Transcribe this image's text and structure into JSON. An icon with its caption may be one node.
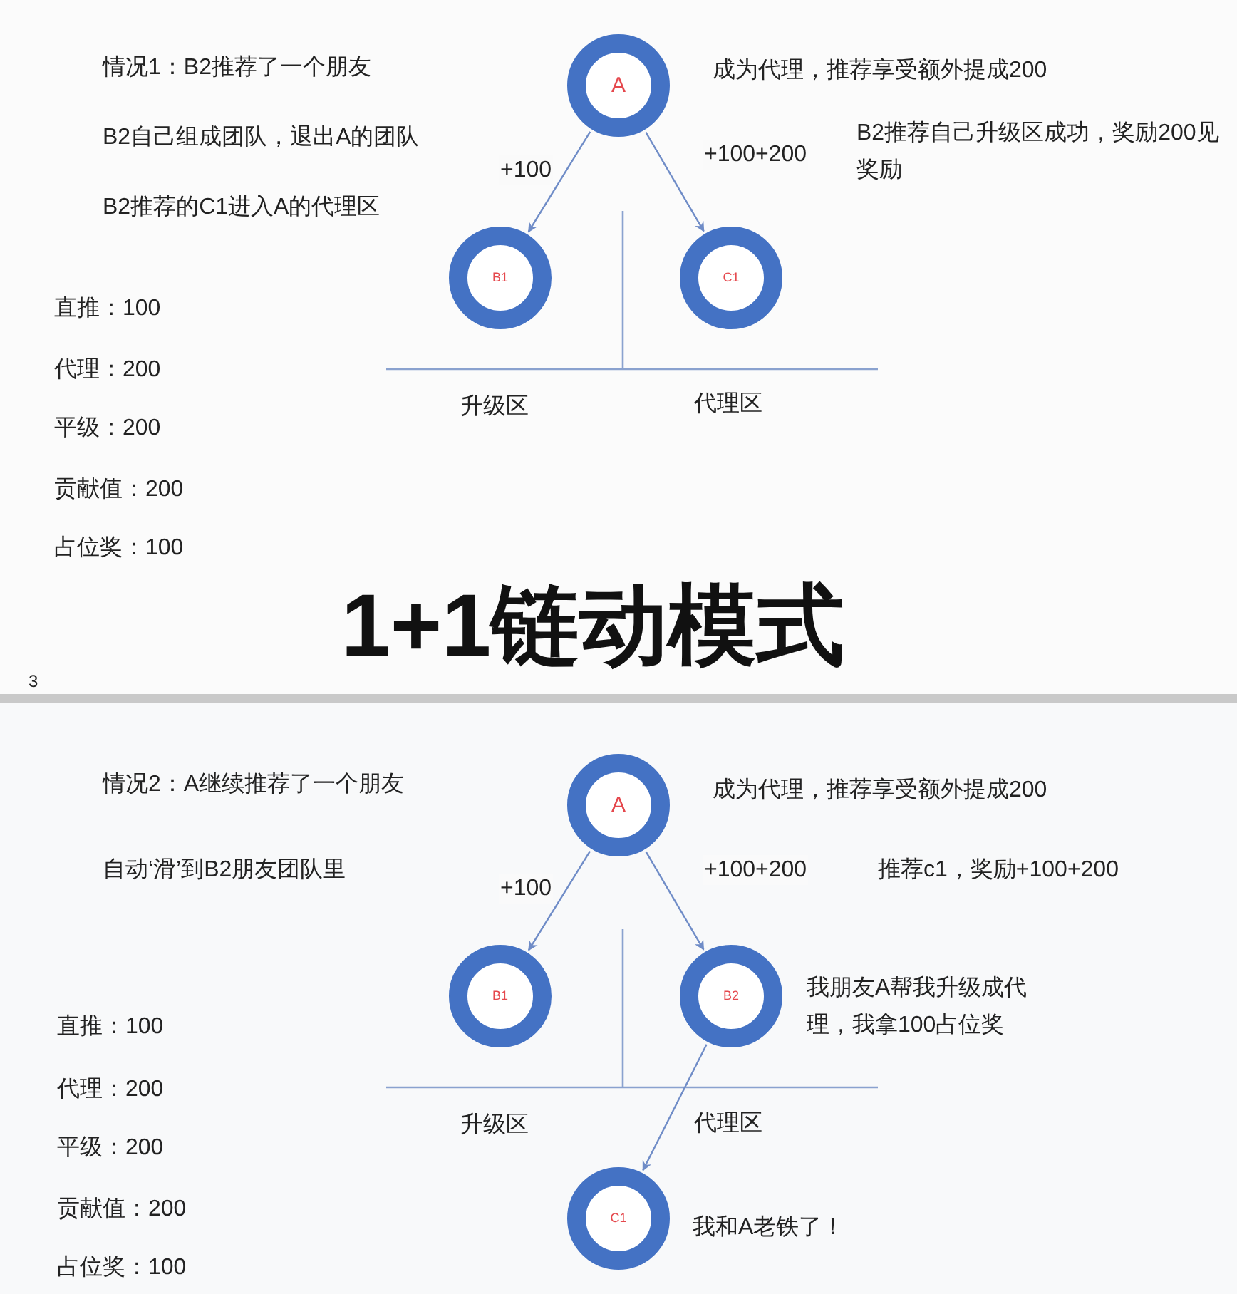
{
  "diagram": {
    "title": "1+1链动模式",
    "nodes": [
      {
        "text": [
          "A"
        ],
        "beside": [
          "成为代理，推荐享受额外提成200"
        ]
      },
      {
        "text": [
          "B1"
        ]
      },
      {
        "text": [
          "C1"
        ]
      },
      {
        "text": [
          "A"
        ],
        "beside": [
          "成为代理，推荐享受额外提成200"
        ]
      },
      {
        "text": [
          "B1"
        ]
      },
      {
        "text": [
          "B2"
        ],
        "beside": [
          "我朋友A帮我升级成代理，我拿100占位奖"
        ]
      },
      {
        "text": [
          "C1"
        ],
        "beside": [
          "我和A老铁了！"
        ]
      }
    ],
    "edges": [
      {
        "from": 0,
        "to": 1,
        "arrow": "to",
        "label": "+100"
      },
      {
        "from": 0,
        "to": 2,
        "arrow": "to",
        "label": "+100+200"
      },
      {
        "from": 3,
        "to": 4,
        "arrow": "to",
        "label": "+100"
      },
      {
        "from": 3,
        "to": 5,
        "arrow": "to",
        "label": "+100+200"
      },
      {
        "from": 5,
        "to": 6,
        "arrow": "to"
      }
    ],
    "labels": [
      "情况1：B2推荐了一个朋友",
      "B2自己组成团队，退出A的团队",
      "B2推荐自己升级区成功，奖励200见奖励",
      "B2推荐的C1进入A的代理区",
      "直推：100",
      "代理：200",
      "升级区",
      "代理区",
      "平级：200",
      "贡献值：200",
      "占位奖：100",
      "3",
      "情况2：A继续推荐了一个朋友",
      "自动‘滑’到B2朋友团队里",
      "推荐c1，奖励+100+200",
      "直推：100",
      "代理：200",
      "升级区",
      "代理区",
      "平级：200",
      "贡献值：200",
      "占位奖：100"
    ]
  }
}
